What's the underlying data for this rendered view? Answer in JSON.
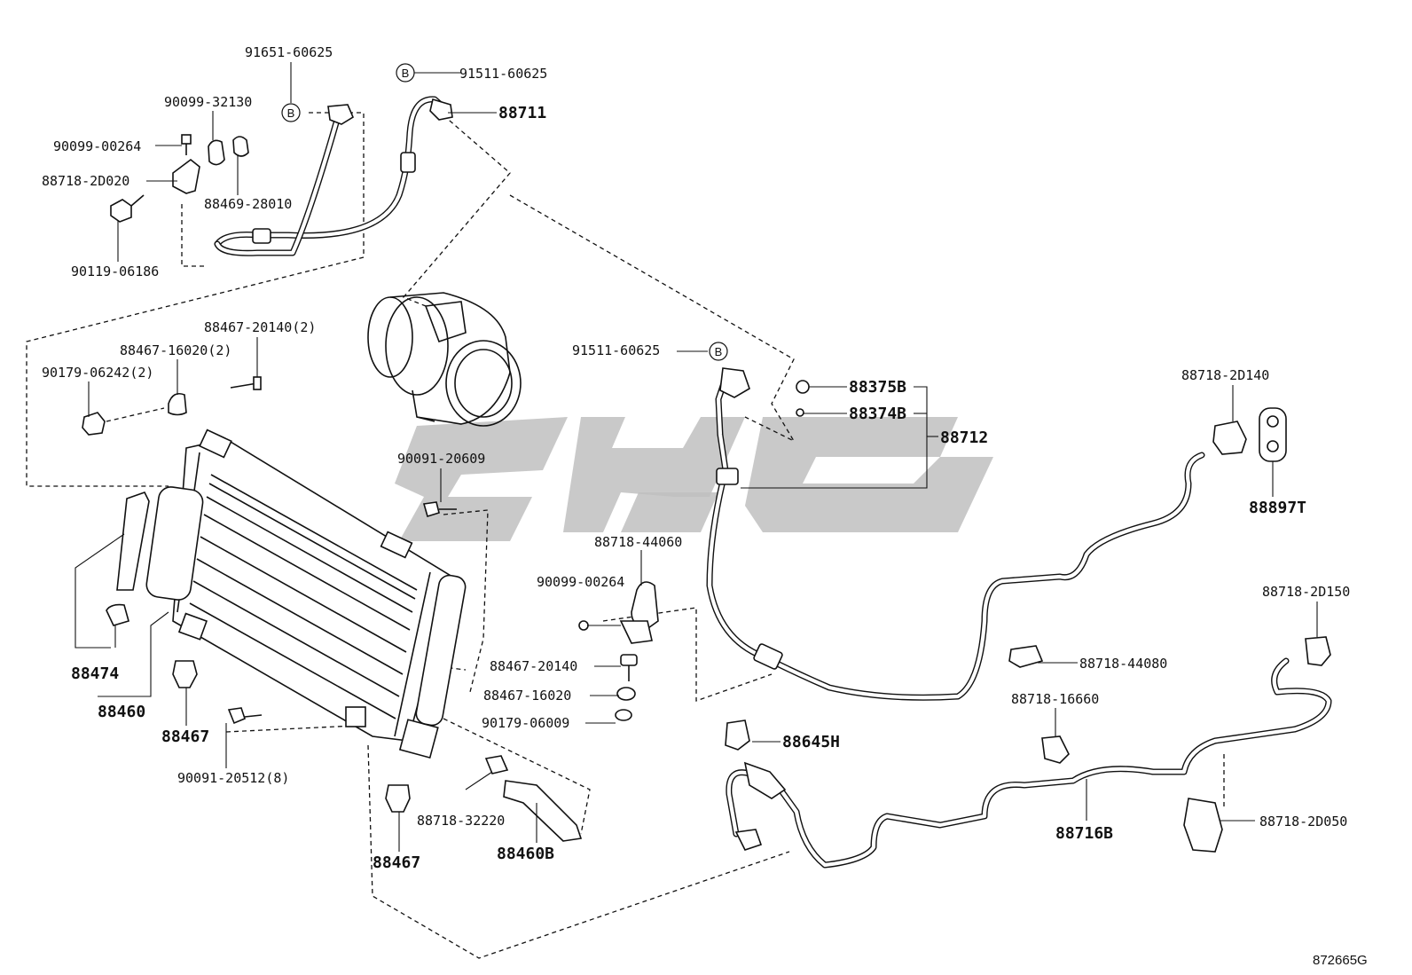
{
  "diagram": {
    "figure_id": "872665G",
    "callout_letter": "B",
    "labels": {
      "l_91651_60625": "91651-60625",
      "l_91511_60625_top": "91511-60625",
      "l_88711": "88711",
      "l_90099_32130": "90099-32130",
      "l_90099_00264_top": "90099-00264",
      "l_88718_2D020": "88718-2D020",
      "l_88469_28010": "88469-28010",
      "l_90119_06186": "90119-06186",
      "l_88467_20140_2": "88467-20140(2)",
      "l_88467_16020_2": "88467-16020(2)",
      "l_90179_06242_2": "90179-06242(2)",
      "l_91511_60625_mid": "91511-60625",
      "l_88375B": "88375B",
      "l_88374B": "88374B",
      "l_88712": "88712",
      "l_88718_2D140": "88718-2D140",
      "l_88897T": "88897T",
      "l_90091_20609": "90091-20609",
      "l_88718_44060": "88718-44060",
      "l_90099_00264_mid": "90099-00264",
      "l_88474": "88474",
      "l_88460": "88460",
      "l_88467_20140": "88467-20140",
      "l_88467_16020": "88467-16020",
      "l_90179_06009": "90179-06009",
      "l_88718_2D150": "88718-2D150",
      "l_88718_44080": "88718-44080",
      "l_88718_16660": "88718-16660",
      "l_88467_left": "88467",
      "l_88645H": "88645H",
      "l_90091_20512_8": "90091-20512(8)",
      "l_88718_32220": "88718-32220",
      "l_88460B": "88460B",
      "l_88467_bottom": "88467",
      "l_88716B": "88716B",
      "l_88718_2D050": "88718-2D050"
    }
  }
}
